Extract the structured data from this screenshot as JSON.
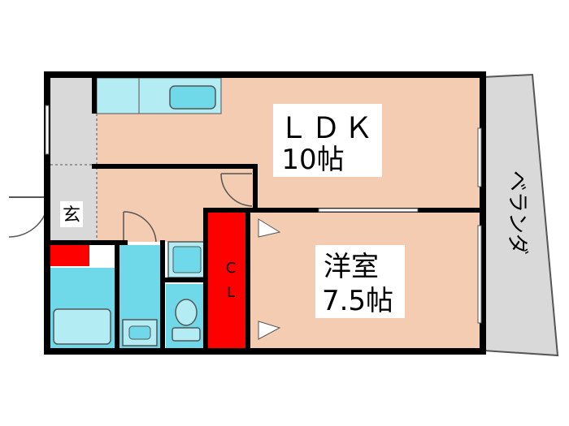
{
  "rooms": {
    "ldk": {
      "name": "ＬＤＫ",
      "size": "10帖"
    },
    "western": {
      "name": "洋室",
      "size": "7.5帖"
    },
    "closet": {
      "top": "C",
      "bottom": "L"
    },
    "entrance": {
      "name": "玄"
    },
    "balcony": {
      "name": "ベランダ"
    }
  },
  "colors": {
    "wood_floor": "#f3ccb2",
    "entrance_floor": "#d9d9d9",
    "wet_area": "#6fd9ea",
    "fixture": "#b3ecf2",
    "closet": "#ff0000",
    "balcony": "#d9d9d9",
    "wall": "#000000"
  }
}
